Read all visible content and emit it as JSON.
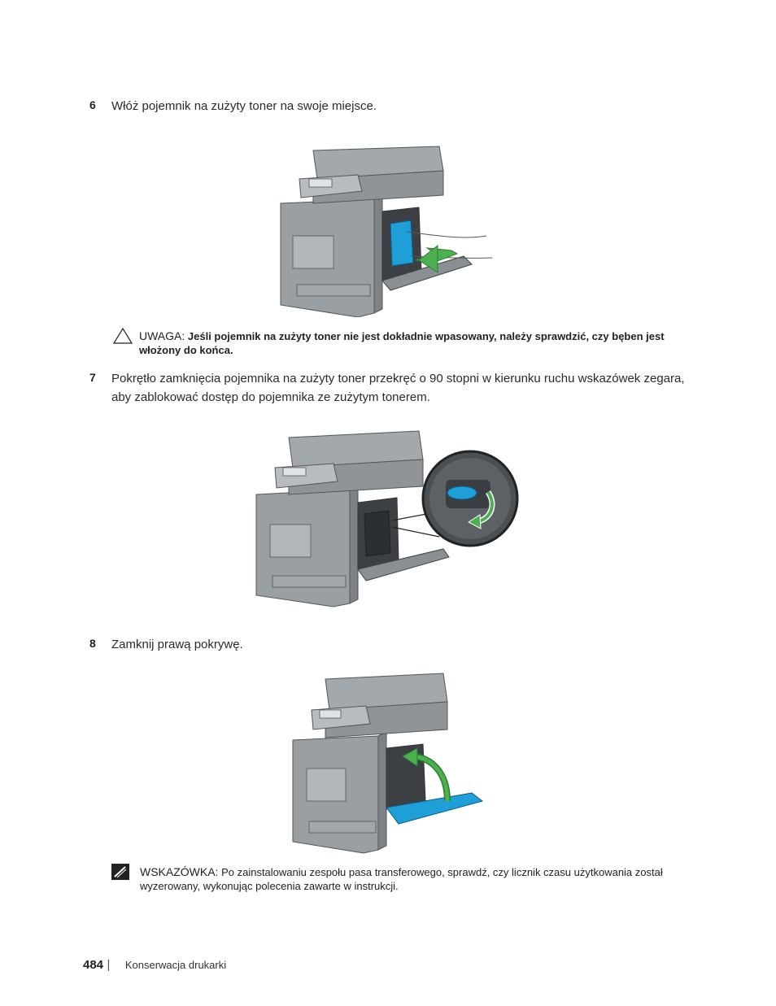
{
  "steps": [
    {
      "num": "6",
      "text": "Włóż pojemnik na zużyty toner na swoje miejsce."
    },
    {
      "num": "7",
      "text": "Pokrętło zamknięcia pojemnika na zużyty toner przekręć o 90 stopni w kierunku ruchu wskazówek zegara, aby zablokować dostęp do pojemnika ze zużytym tonerem."
    },
    {
      "num": "8",
      "text": "Zamknij prawą pokrywę."
    }
  ],
  "caution": {
    "icon": "warning-triangle-icon",
    "label": "UWAGA:",
    "text": "Jeśli pojemnik na zużyty toner nie jest dokładnie wpasowany, należy sprawdzić, czy bęben jest włożony do końca."
  },
  "note": {
    "icon": "pencil-note-icon",
    "label": "WSKAZÓWKA:",
    "text": "Po zainstalowaniu zespołu pasa transferowego, sprawdź, czy licznik czasu użytkowania został wyzerowany, wykonując polecenia zawarte w instrukcji."
  },
  "footer": {
    "page_number": "484",
    "separator": "|",
    "section": "Konserwacja drukarki"
  },
  "colors": {
    "accent_blue": "#1e9fd8",
    "accent_green": "#4caf50",
    "printer_gray": "#8c9196"
  }
}
